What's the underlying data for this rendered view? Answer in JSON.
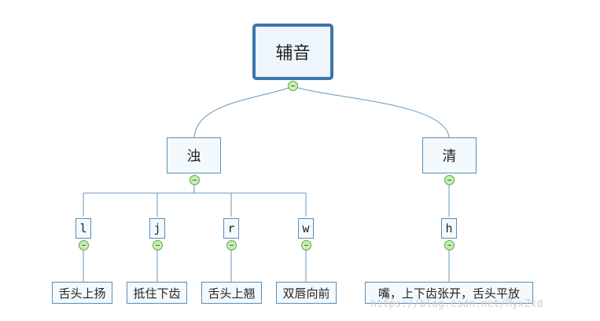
{
  "diagram": {
    "root": {
      "label": "辅音"
    },
    "branches": [
      {
        "label": "浊",
        "children": [
          {
            "letter": "l",
            "description": "舌头上扬"
          },
          {
            "letter": "j",
            "description": "抵住下齿"
          },
          {
            "letter": "r",
            "description": "舌头上翘"
          },
          {
            "letter": "w",
            "description": "双唇向前"
          }
        ]
      },
      {
        "label": "清",
        "children": [
          {
            "letter": "h",
            "description": "嘴，上下齿张开，舌头平放"
          }
        ]
      }
    ]
  },
  "watermark": {
    "text": "https://blog.csdn.net/MyxZxd"
  },
  "colors": {
    "connector": "#6b97bb",
    "node_border": "#5a8db6",
    "root_border": "#3a76a8",
    "node_fill": "#f4f9fd",
    "collapse_fill": "#c8ecb8",
    "collapse_border": "#5aa83c"
  }
}
